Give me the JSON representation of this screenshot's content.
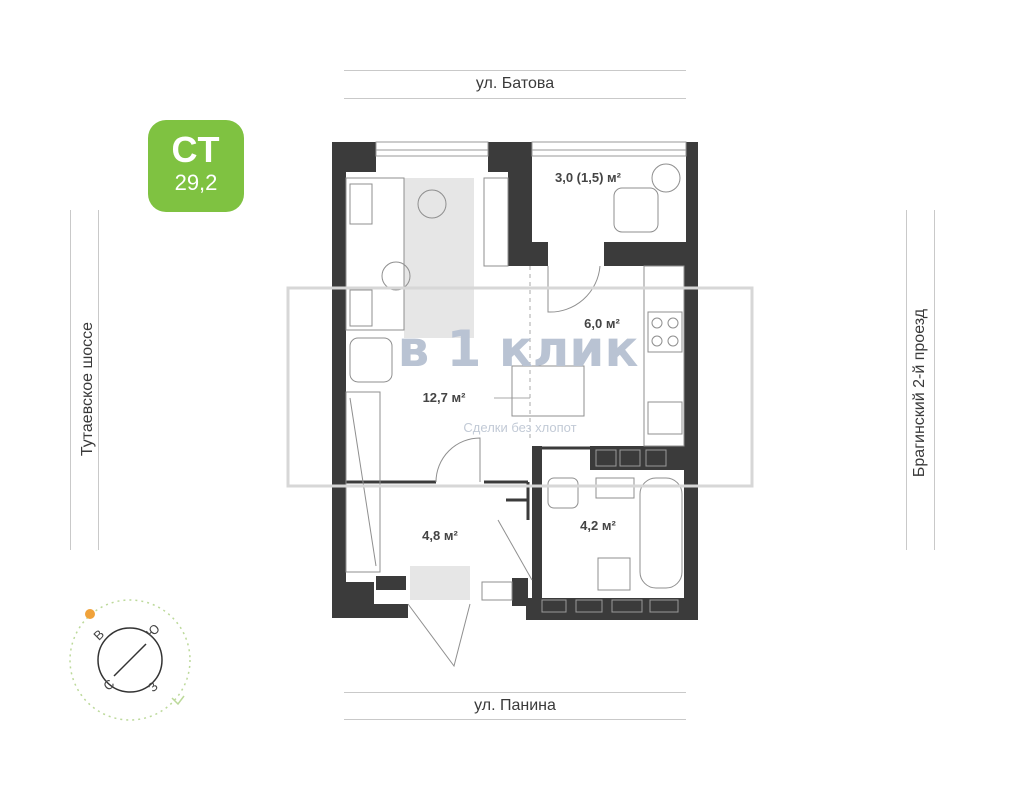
{
  "badge": {
    "type": "СТ",
    "area": "29,2"
  },
  "streets": {
    "top": "ул. Батова",
    "bottom": "ул. Панина",
    "left": "Тутаевское шоссе",
    "right": "Брагинский 2-й проезд"
  },
  "rooms": {
    "balcony": "3,0 (1,5) м²",
    "kitchen": "6,0 м²",
    "living": "12,7 м²",
    "hall": "4,8 м²",
    "bath": "4,2 м²"
  },
  "watermark": {
    "main": "в 1 клик",
    "sub": "Сделки без хлопот"
  },
  "compass": {
    "n": "С",
    "e": "В",
    "s": "Ю",
    "w": "З"
  },
  "colors": {
    "badge": "#7fc241",
    "wall": "#3b3b3b",
    "furniture": "#cfcfcf",
    "accent": "#f0a23a"
  }
}
